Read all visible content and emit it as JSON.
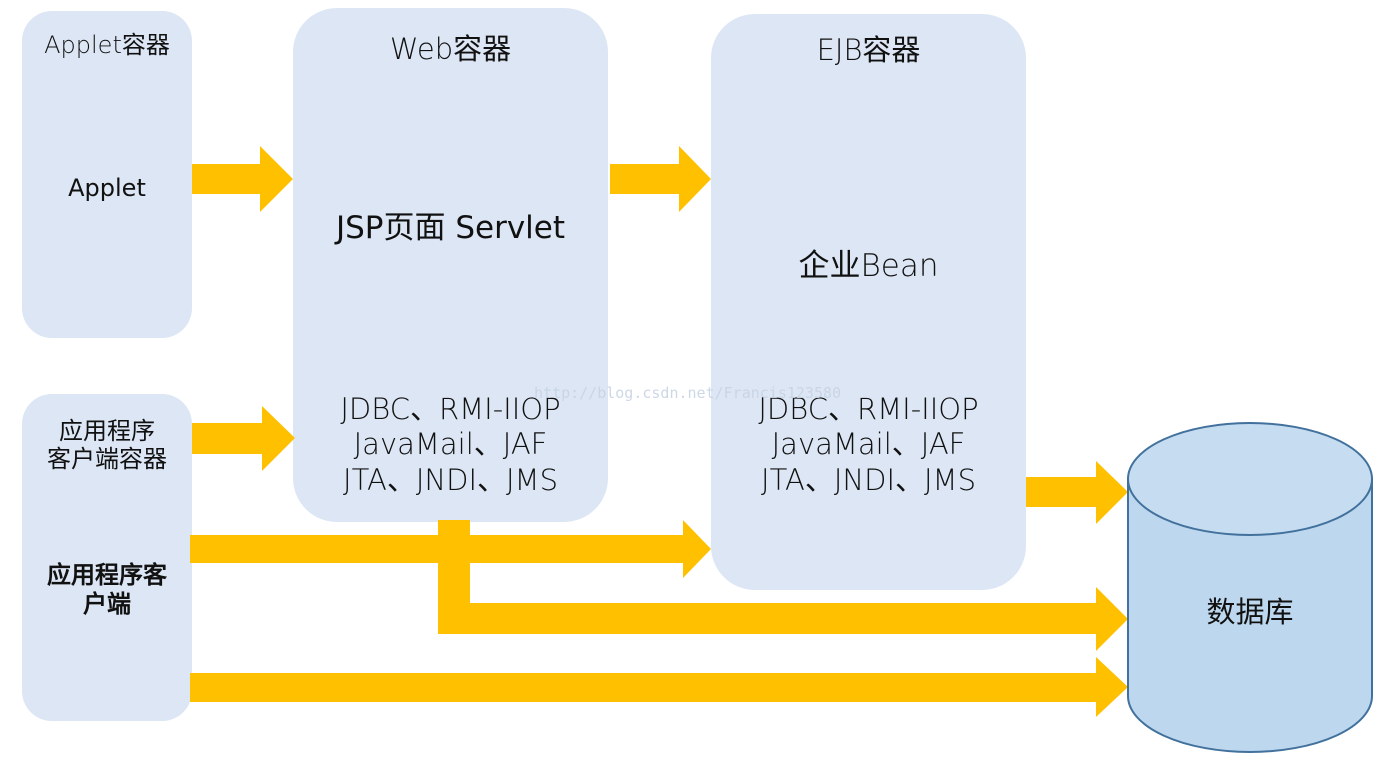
{
  "applet_container": {
    "title": "Applet容器",
    "component": "Applet"
  },
  "web_container": {
    "title": "Web容器",
    "components": "JSP页面 Servlet",
    "services": [
      "JDBC、RMI-IIOP",
      "JavaMail、JAF",
      "JTA、JNDI、JMS"
    ]
  },
  "ejb_container": {
    "title": "EJB容器",
    "component": "企业Bean",
    "services": [
      "JDBC、RMI-IIOP",
      "JavaMail、JAF",
      "JTA、JNDI、JMS"
    ]
  },
  "app_client_container": {
    "title_lines": [
      "应用程序",
      "客户端容器"
    ],
    "component_lines": [
      "应用程序客",
      "户端"
    ]
  },
  "database": {
    "label": "数据库"
  },
  "watermark": "http://blog.csdn.net/Francis123580",
  "colors": {
    "box_fill": "#dce6f4",
    "arrow": "#ffc000",
    "db_fill": "#bdd7ee",
    "db_stroke": "#41719c"
  }
}
